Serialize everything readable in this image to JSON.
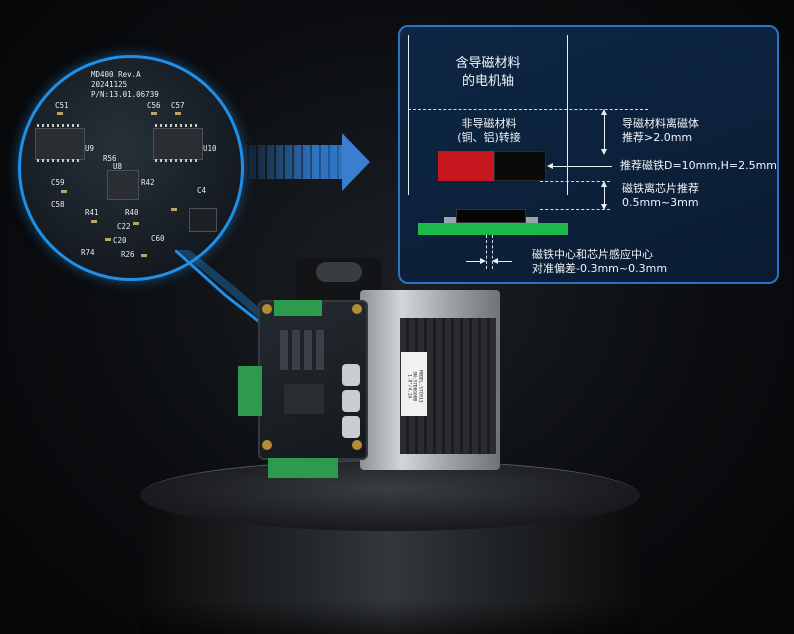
{
  "pcb": {
    "board_lines": [
      "MD400  Rev.A",
      "20241125",
      "P/N:13.01.06739"
    ],
    "designators": [
      "C51",
      "C56",
      "C57",
      "U9",
      "U10",
      "R56",
      "U8",
      "R42",
      "C59",
      "C58",
      "R41",
      "R40",
      "C22",
      "C60",
      "R74",
      "C20",
      "R26",
      "C4"
    ]
  },
  "diagram": {
    "shaft_label": [
      "含导磁材料",
      "的电机轴"
    ],
    "nonmag_label": [
      "非导磁材料",
      "(铜、铝)转接"
    ],
    "dist1_label": [
      "导磁材料离磁体",
      "推荐>2.0mm"
    ],
    "magnet_label": "推荐磁铁D=10mm,H=2.5mm",
    "dist2_label": [
      "磁铁离芯片推荐",
      "0.5mm~3mm"
    ],
    "offset_label": [
      "磁铁中心和芯片感应中心",
      "对准偏差-0.3mm~0.3mm"
    ]
  },
  "motor": {
    "sticker_lines": [
      "MODEL:57CH13",
      "SN:57D0G00B",
      "1.8°/4.2A"
    ]
  },
  "colors": {
    "accent_blue": "#2c73c7",
    "magnet_red": "#c4161c",
    "magnet_black": "#0a0a0a",
    "pcb_green": "#1fb84a",
    "terminal_green": "#2e9a4e"
  }
}
